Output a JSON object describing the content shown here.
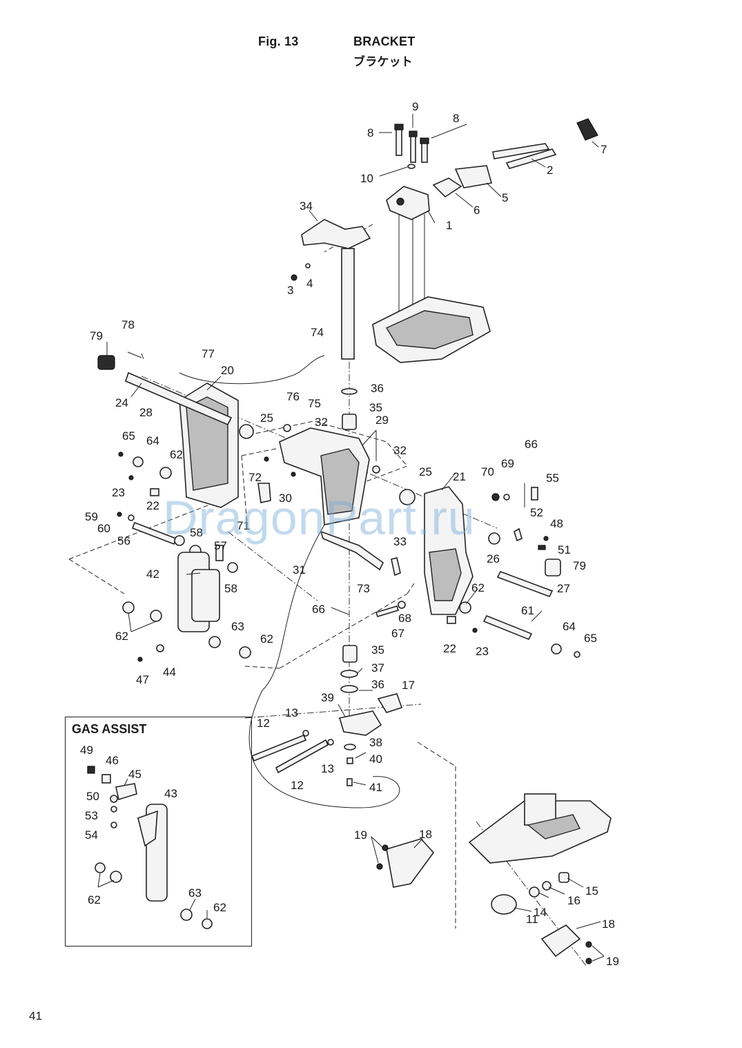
{
  "header": {
    "figure_label": "Fig. 13",
    "title_en": "BRACKET",
    "title_jp": "ブラケット"
  },
  "inset": {
    "title": "GAS ASSIST"
  },
  "watermark": "DragonPart.ru",
  "page_number": "41",
  "callouts": [
    {
      "n": "1",
      "label": "1"
    },
    {
      "n": "2",
      "label": "2"
    },
    {
      "n": "3",
      "label": "3"
    },
    {
      "n": "4",
      "label": "4"
    },
    {
      "n": "5",
      "label": "5"
    },
    {
      "n": "6",
      "label": "6"
    },
    {
      "n": "7",
      "label": "7"
    },
    {
      "n": "8a",
      "label": "8"
    },
    {
      "n": "8b",
      "label": "8"
    },
    {
      "n": "9",
      "label": "9"
    },
    {
      "n": "10",
      "label": "10"
    },
    {
      "n": "11",
      "label": "11"
    },
    {
      "n": "12a",
      "label": "12"
    },
    {
      "n": "12b",
      "label": "12"
    },
    {
      "n": "13a",
      "label": "13"
    },
    {
      "n": "13b",
      "label": "13"
    },
    {
      "n": "14",
      "label": "14"
    },
    {
      "n": "15",
      "label": "15"
    },
    {
      "n": "16",
      "label": "16"
    },
    {
      "n": "17",
      "label": "17"
    },
    {
      "n": "18a",
      "label": "18"
    },
    {
      "n": "18b",
      "label": "18"
    },
    {
      "n": "19a",
      "label": "19"
    },
    {
      "n": "19b",
      "label": "19"
    },
    {
      "n": "20",
      "label": "20"
    },
    {
      "n": "21",
      "label": "21"
    },
    {
      "n": "22a",
      "label": "22"
    },
    {
      "n": "22b",
      "label": "22"
    },
    {
      "n": "23a",
      "label": "23"
    },
    {
      "n": "23b",
      "label": "23"
    },
    {
      "n": "24",
      "label": "24"
    },
    {
      "n": "25a",
      "label": "25"
    },
    {
      "n": "25b",
      "label": "25"
    },
    {
      "n": "26",
      "label": "26"
    },
    {
      "n": "27",
      "label": "27"
    },
    {
      "n": "28",
      "label": "28"
    },
    {
      "n": "29",
      "label": "29"
    },
    {
      "n": "30",
      "label": "30"
    },
    {
      "n": "31",
      "label": "31"
    },
    {
      "n": "32a",
      "label": "32"
    },
    {
      "n": "32b",
      "label": "32"
    },
    {
      "n": "33",
      "label": "33"
    },
    {
      "n": "34",
      "label": "34"
    },
    {
      "n": "35a",
      "label": "35"
    },
    {
      "n": "35b",
      "label": "35"
    },
    {
      "n": "36a",
      "label": "36"
    },
    {
      "n": "36b",
      "label": "36"
    },
    {
      "n": "37",
      "label": "37"
    },
    {
      "n": "38",
      "label": "38"
    },
    {
      "n": "39",
      "label": "39"
    },
    {
      "n": "40",
      "label": "40"
    },
    {
      "n": "41",
      "label": "41"
    },
    {
      "n": "42",
      "label": "42"
    },
    {
      "n": "43",
      "label": "43"
    },
    {
      "n": "44",
      "label": "44"
    },
    {
      "n": "45",
      "label": "45"
    },
    {
      "n": "46",
      "label": "46"
    },
    {
      "n": "47",
      "label": "47"
    },
    {
      "n": "48",
      "label": "48"
    },
    {
      "n": "49",
      "label": "49"
    },
    {
      "n": "50",
      "label": "50"
    },
    {
      "n": "51",
      "label": "51"
    },
    {
      "n": "52",
      "label": "52"
    },
    {
      "n": "53",
      "label": "53"
    },
    {
      "n": "54",
      "label": "54"
    },
    {
      "n": "55",
      "label": "55"
    },
    {
      "n": "56",
      "label": "56"
    },
    {
      "n": "57",
      "label": "57"
    },
    {
      "n": "58a",
      "label": "58"
    },
    {
      "n": "58b",
      "label": "58"
    },
    {
      "n": "59",
      "label": "59"
    },
    {
      "n": "60",
      "label": "60"
    },
    {
      "n": "61",
      "label": "61"
    },
    {
      "n": "62a",
      "label": "62"
    },
    {
      "n": "62b",
      "label": "62"
    },
    {
      "n": "62c",
      "label": "62"
    },
    {
      "n": "62d",
      "label": "62"
    },
    {
      "n": "62e",
      "label": "62"
    },
    {
      "n": "62f",
      "label": "62"
    },
    {
      "n": "63a",
      "label": "63"
    },
    {
      "n": "63b",
      "label": "63"
    },
    {
      "n": "64a",
      "label": "64"
    },
    {
      "n": "64b",
      "label": "64"
    },
    {
      "n": "65a",
      "label": "65"
    },
    {
      "n": "65b",
      "label": "65"
    },
    {
      "n": "66a",
      "label": "66"
    },
    {
      "n": "66b",
      "label": "66"
    },
    {
      "n": "67",
      "label": "67"
    },
    {
      "n": "68",
      "label": "68"
    },
    {
      "n": "69",
      "label": "69"
    },
    {
      "n": "70",
      "label": "70"
    },
    {
      "n": "71",
      "label": "71"
    },
    {
      "n": "72",
      "label": "72"
    },
    {
      "n": "73",
      "label": "73"
    },
    {
      "n": "74",
      "label": "74"
    },
    {
      "n": "75",
      "label": "75"
    },
    {
      "n": "76",
      "label": "76"
    },
    {
      "n": "77",
      "label": "77"
    },
    {
      "n": "78",
      "label": "78"
    },
    {
      "n": "79a",
      "label": "79"
    },
    {
      "n": "79b",
      "label": "79"
    }
  ]
}
